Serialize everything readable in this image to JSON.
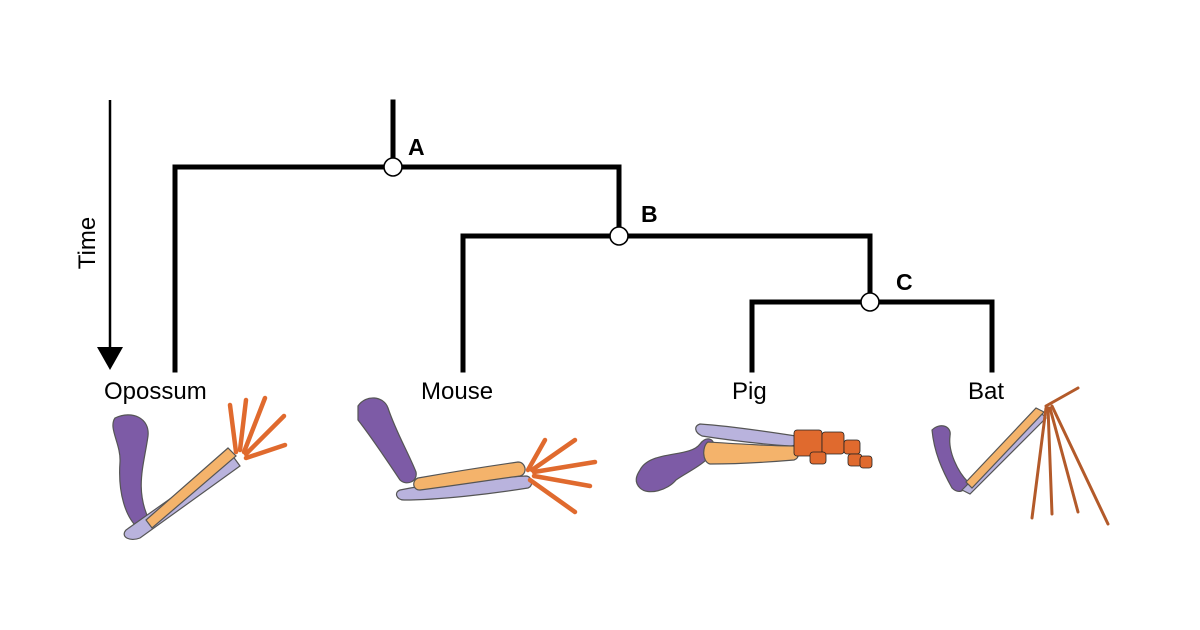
{
  "axis": {
    "label": "Time"
  },
  "nodes": [
    {
      "id": "A",
      "label": "A"
    },
    {
      "id": "B",
      "label": "B"
    },
    {
      "id": "C",
      "label": "C"
    }
  ],
  "taxa": [
    {
      "id": "opossum",
      "label": "Opossum"
    },
    {
      "id": "mouse",
      "label": "Mouse"
    },
    {
      "id": "pig",
      "label": "Pig"
    },
    {
      "id": "bat",
      "label": "Bat"
    }
  ],
  "colors": {
    "humerus": "#7d5ba6",
    "radius": "#f4b36b",
    "ulna": "#b9b3dd",
    "hand": "#e06a2e",
    "branch": "#000000"
  }
}
